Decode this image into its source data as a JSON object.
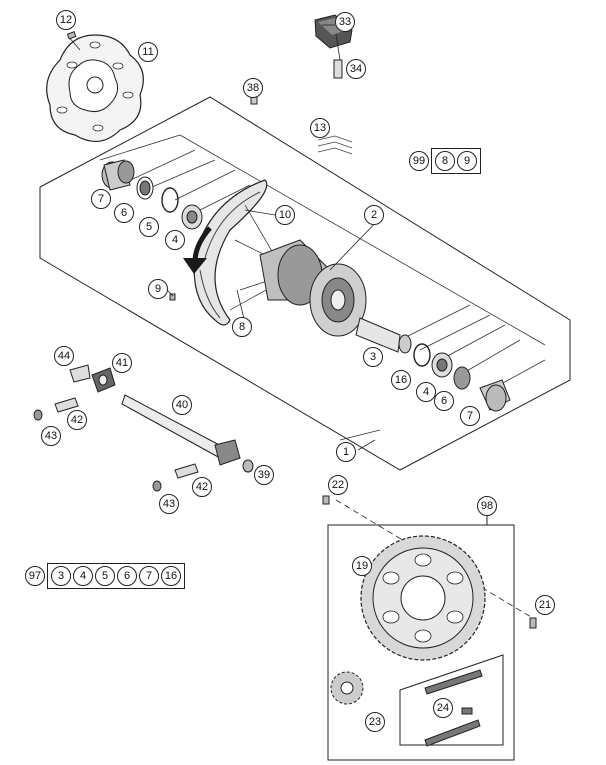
{
  "callouts": {
    "c1": "1",
    "c2": "2",
    "c3": "3",
    "c4a": "4",
    "c4b": "4",
    "c5": "5",
    "c6a": "6",
    "c6b": "6",
    "c7a": "7",
    "c7b": "7",
    "c8": "8",
    "c9": "9",
    "c10": "10",
    "c11": "11",
    "c12": "12",
    "c13": "13",
    "c16": "16",
    "c19": "19",
    "c21": "21",
    "c22": "22",
    "c23": "23",
    "c24": "24",
    "c33": "33",
    "c34": "34",
    "c38": "38",
    "c39": "39",
    "c40": "40",
    "c41": "41",
    "c42a": "42",
    "c42b": "42",
    "c43a": "43",
    "c43b": "43",
    "c44": "44",
    "c98": "98"
  },
  "kit99": {
    "label": "99",
    "items": [
      "8",
      "9"
    ]
  },
  "kit97": {
    "label": "97",
    "items": [
      "3",
      "4",
      "5",
      "6",
      "7",
      "16"
    ]
  },
  "colors": {
    "line": "#222222",
    "part_fill": "#d8d8d8",
    "part_dark": "#5a5a5a",
    "arrow": "#1a1a1a"
  }
}
